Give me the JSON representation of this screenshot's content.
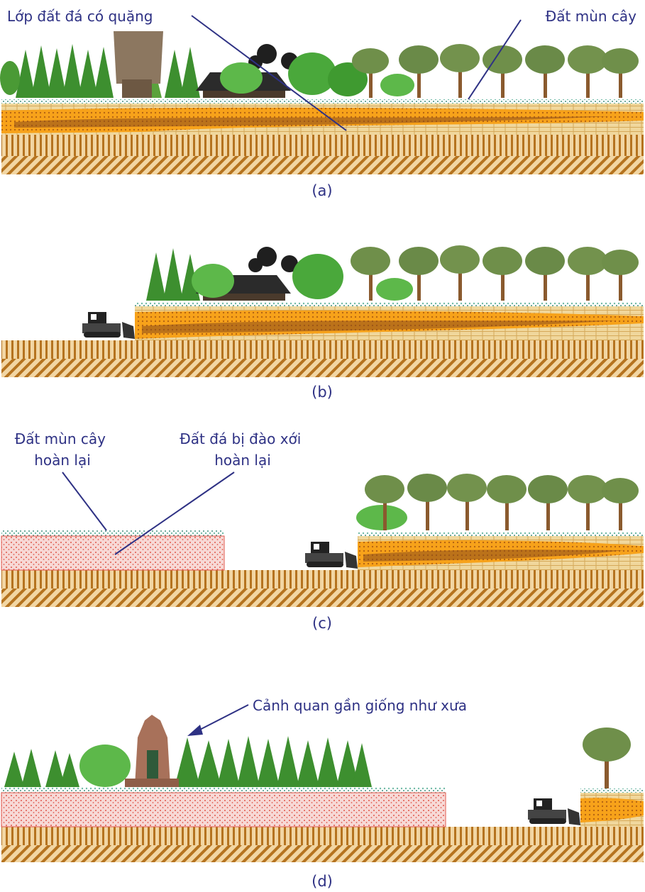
{
  "colors": {
    "label_text": "#2e3184",
    "pointer_line": "#2e3184",
    "bedrock_stripe": "#b5731f",
    "bedrock_base": "#f2d6a3",
    "ore_orange": "#f7a21a",
    "ore_dark": "#8a4a1c",
    "rock_layer": "#f0d79c",
    "humus_teal": "#6fb9a6",
    "backfill_pink": "#f7d9d6",
    "backfill_dot": "#e0584c",
    "tree_green": "#3d8f2f",
    "palm_green": "#6f8f4a",
    "trunk": "#8a5a2e",
    "roof": "#2b2b2b",
    "bulldozer": "#222222"
  },
  "panels": [
    {
      "id": "a",
      "caption": "(a)",
      "labels": [
        {
          "id": "ore-layer",
          "lines": [
            "Lớp đất đá có quặng"
          ]
        },
        {
          "id": "humus",
          "lines": [
            "Đất mùn cây"
          ]
        }
      ]
    },
    {
      "id": "b",
      "caption": "(b)",
      "labels": []
    },
    {
      "id": "c",
      "caption": "(c)",
      "labels": [
        {
          "id": "restored-humus",
          "lines": [
            "Đất mùn cây",
            "hoàn lại"
          ]
        },
        {
          "id": "restored-rock",
          "lines": [
            "Đất đá bị đào xới",
            "hoàn lại"
          ]
        }
      ]
    },
    {
      "id": "d",
      "caption": "(d)",
      "labels": [
        {
          "id": "landscape",
          "lines": [
            "Cảnh quan gần giống như xưa"
          ]
        }
      ]
    }
  ],
  "icons": {
    "bulldozer": "bulldozer-icon",
    "conifer": "conifer-tree-icon",
    "broadleaf": "broadleaf-tree-icon",
    "palm": "palm-tree-icon",
    "stilt_house": "stilt-house-icon",
    "communal_house": "communal-house-icon",
    "tower": "cham-tower-icon"
  }
}
